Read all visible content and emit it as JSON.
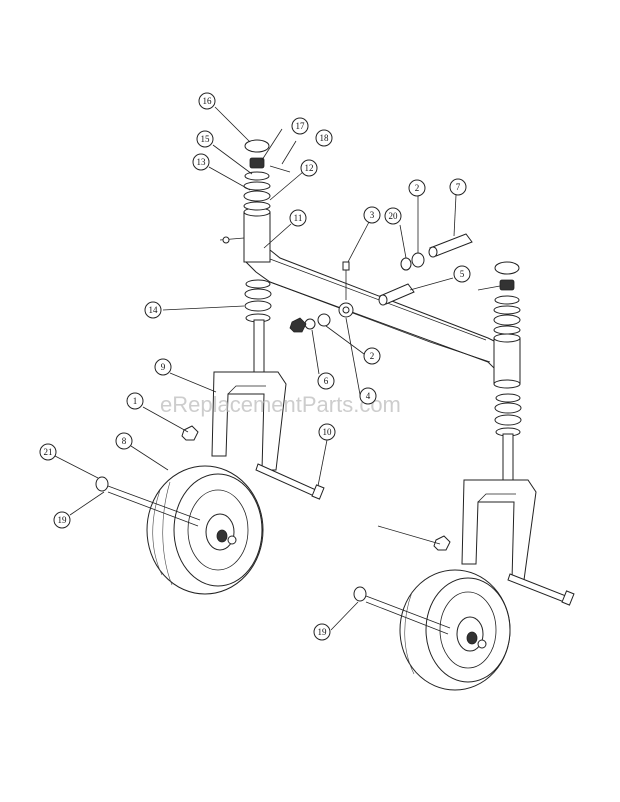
{
  "watermark": "eReplacementParts.com",
  "callouts": [
    {
      "id": "16",
      "label": "16"
    },
    {
      "id": "17",
      "label": "17"
    },
    {
      "id": "18",
      "label": "18"
    },
    {
      "id": "15",
      "label": "15"
    },
    {
      "id": "13",
      "label": "13"
    },
    {
      "id": "12",
      "label": "12"
    },
    {
      "id": "11",
      "label": "11"
    },
    {
      "id": "3",
      "label": "3"
    },
    {
      "id": "20",
      "label": "20"
    },
    {
      "id": "2a",
      "label": "2"
    },
    {
      "id": "7",
      "label": "7"
    },
    {
      "id": "5",
      "label": "5"
    },
    {
      "id": "14",
      "label": "14"
    },
    {
      "id": "2b",
      "label": "2"
    },
    {
      "id": "6",
      "label": "6"
    },
    {
      "id": "9",
      "label": "9"
    },
    {
      "id": "4",
      "label": "4"
    },
    {
      "id": "1",
      "label": "1"
    },
    {
      "id": "10",
      "label": "10"
    },
    {
      "id": "8",
      "label": "8"
    },
    {
      "id": "21",
      "label": "21"
    },
    {
      "id": "19a",
      "label": "19"
    },
    {
      "id": "19b",
      "label": "19"
    }
  ]
}
